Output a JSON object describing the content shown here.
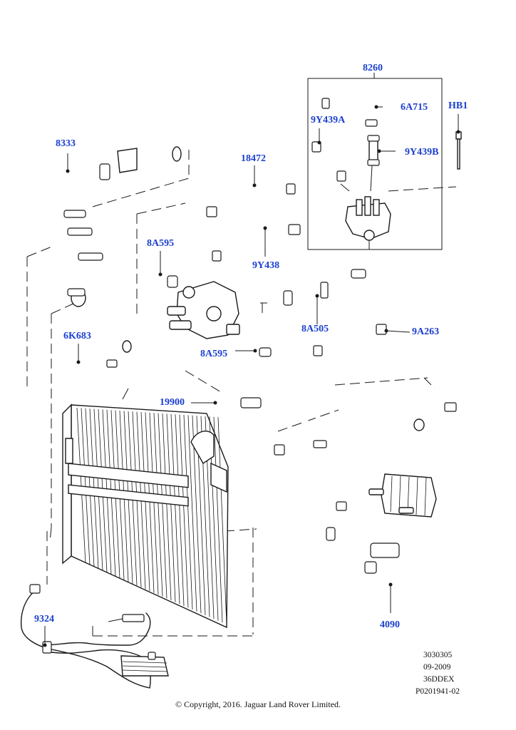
{
  "callouts": {
    "c8260": "8260",
    "c6A715": "6A715",
    "cHB1": "HB1",
    "c9Y439A": "9Y439A",
    "c9Y439B": "9Y439B",
    "c8333": "8333",
    "c18472": "18472",
    "c8A595_top": "8A595",
    "c9Y438": "9Y438",
    "c8A505": "8A505",
    "c9A263": "9A263",
    "c6K683": "6K683",
    "c8A595_bottom": "8A595",
    "c19900": "19900",
    "c9324": "9324",
    "c4090": "4090"
  },
  "reference": {
    "line1": "3030305",
    "line2": "09-2009",
    "line3": "36DDEX",
    "line4": "P0201941-02"
  },
  "copyright": "© Copyright, 2016. Jaguar Land Rover Limited.",
  "colors": {
    "callout": "#1a3fcf",
    "line": "#1a1a1a"
  }
}
